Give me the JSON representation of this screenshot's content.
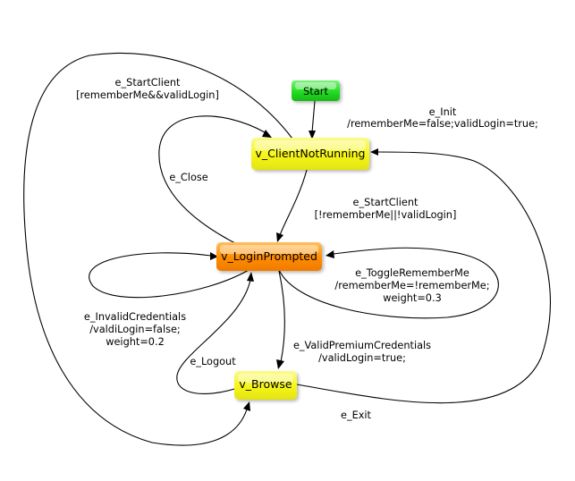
{
  "diagram": {
    "nodes": {
      "start": {
        "label": "Start",
        "color": "#22dd22"
      },
      "client_not_running": {
        "label": "v_ClientNotRunning",
        "color": "#f5f519"
      },
      "login_prompted": {
        "label": "v_LoginPrompted",
        "color": "#ff8c00"
      },
      "browse": {
        "label": "v_Browse",
        "color": "#f5f519"
      }
    },
    "edges": {
      "init": {
        "line1": "e_Init",
        "line2": "/rememberMe=false;validLogin=true;"
      },
      "start_client_loop": {
        "line1": "e_StartClient",
        "line2": "[rememberMe&&validLogin]"
      },
      "close": {
        "line1": "e_Close"
      },
      "start_client_prompt": {
        "line1": "e_StartClient",
        "line2": "[!rememberMe||!validLogin]"
      },
      "toggle_remember_me": {
        "line1": "e_ToggleRememberMe",
        "line2": "/rememberMe=!rememberMe;",
        "line3": "weight=0.3"
      },
      "invalid_credentials": {
        "line1": "e_InvalidCredentials",
        "line2": "/valdiLogin=false;",
        "line3": "weight=0.2"
      },
      "valid_premium_credentials": {
        "line1": "e_ValidPremiumCredentials",
        "line2": "/validLogin=true;"
      },
      "logout": {
        "line1": "e_Logout"
      },
      "exit": {
        "line1": "e_Exit"
      }
    }
  }
}
